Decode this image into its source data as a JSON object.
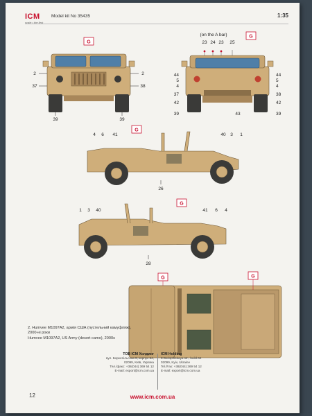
{
  "header": {
    "logo_text": "ICM",
    "logo_tagline": "scale • the first",
    "kit_label": "Model kit No 35435",
    "scale": "1:35"
  },
  "markers": {
    "g": "G",
    "a_bar_note": "(on the A bar)"
  },
  "front_view": {
    "callouts": {
      "l2": "2",
      "l37": "37",
      "r2": "2",
      "r38": "38",
      "b39a": "39",
      "b39b": "39"
    }
  },
  "rear_view": {
    "callouts": {
      "t23a": "23",
      "t24": "24",
      "t23b": "23",
      "t25": "25",
      "l44": "44",
      "l5": "5",
      "l4": "4",
      "l37": "37",
      "l42": "42",
      "l39": "39",
      "r44": "44",
      "r5": "5",
      "r4": "4",
      "r38": "38",
      "r42": "42",
      "r39": "39",
      "b43": "43"
    }
  },
  "left_view": {
    "callouts": {
      "t4": "4",
      "t6": "6",
      "t41": "41",
      "t40": "40",
      "t3": "3",
      "t1": "1",
      "b26": "26"
    }
  },
  "right_view": {
    "callouts": {
      "t1": "1",
      "t3": "3",
      "t40": "40",
      "t41": "41",
      "t6": "6",
      "t4": "4",
      "b28": "28"
    }
  },
  "caption": {
    "line_ua": "2. Humvee M1097A2, армія США (пустельний камуфляж), 2000-ні роки",
    "line_en": "Humvee M1097A2, US Army (desert camo), 2000s"
  },
  "footer": {
    "ua_company": "ТОВ ICM Холдинг",
    "ua_address_1": "вул. Бориспільська 9, корпус 64,",
    "ua_address_2": "02099, Київ, Україна",
    "ua_phone": "Тел./факс: +38(044) 369 54 12",
    "ua_email": "E-mail: export@icm.com.ua",
    "en_company": "ICM Holding",
    "en_address_1": "9 Borispolskaya str., build.64",
    "en_address_2": "02099, Kyiv, Ukraine",
    "en_phone": "Tel./Fax: +38(044) 369 54 12",
    "en_email": "E-mail: export@icm.com.ua",
    "website": "www.icm.com.ua",
    "page_number": "12"
  },
  "colors": {
    "desert_tan": "#cfae7a",
    "shadow_tan": "#a8875a",
    "tyre": "#3a3a38",
    "glass": "#4f7fa8",
    "accent_red": "#c8102e"
  }
}
